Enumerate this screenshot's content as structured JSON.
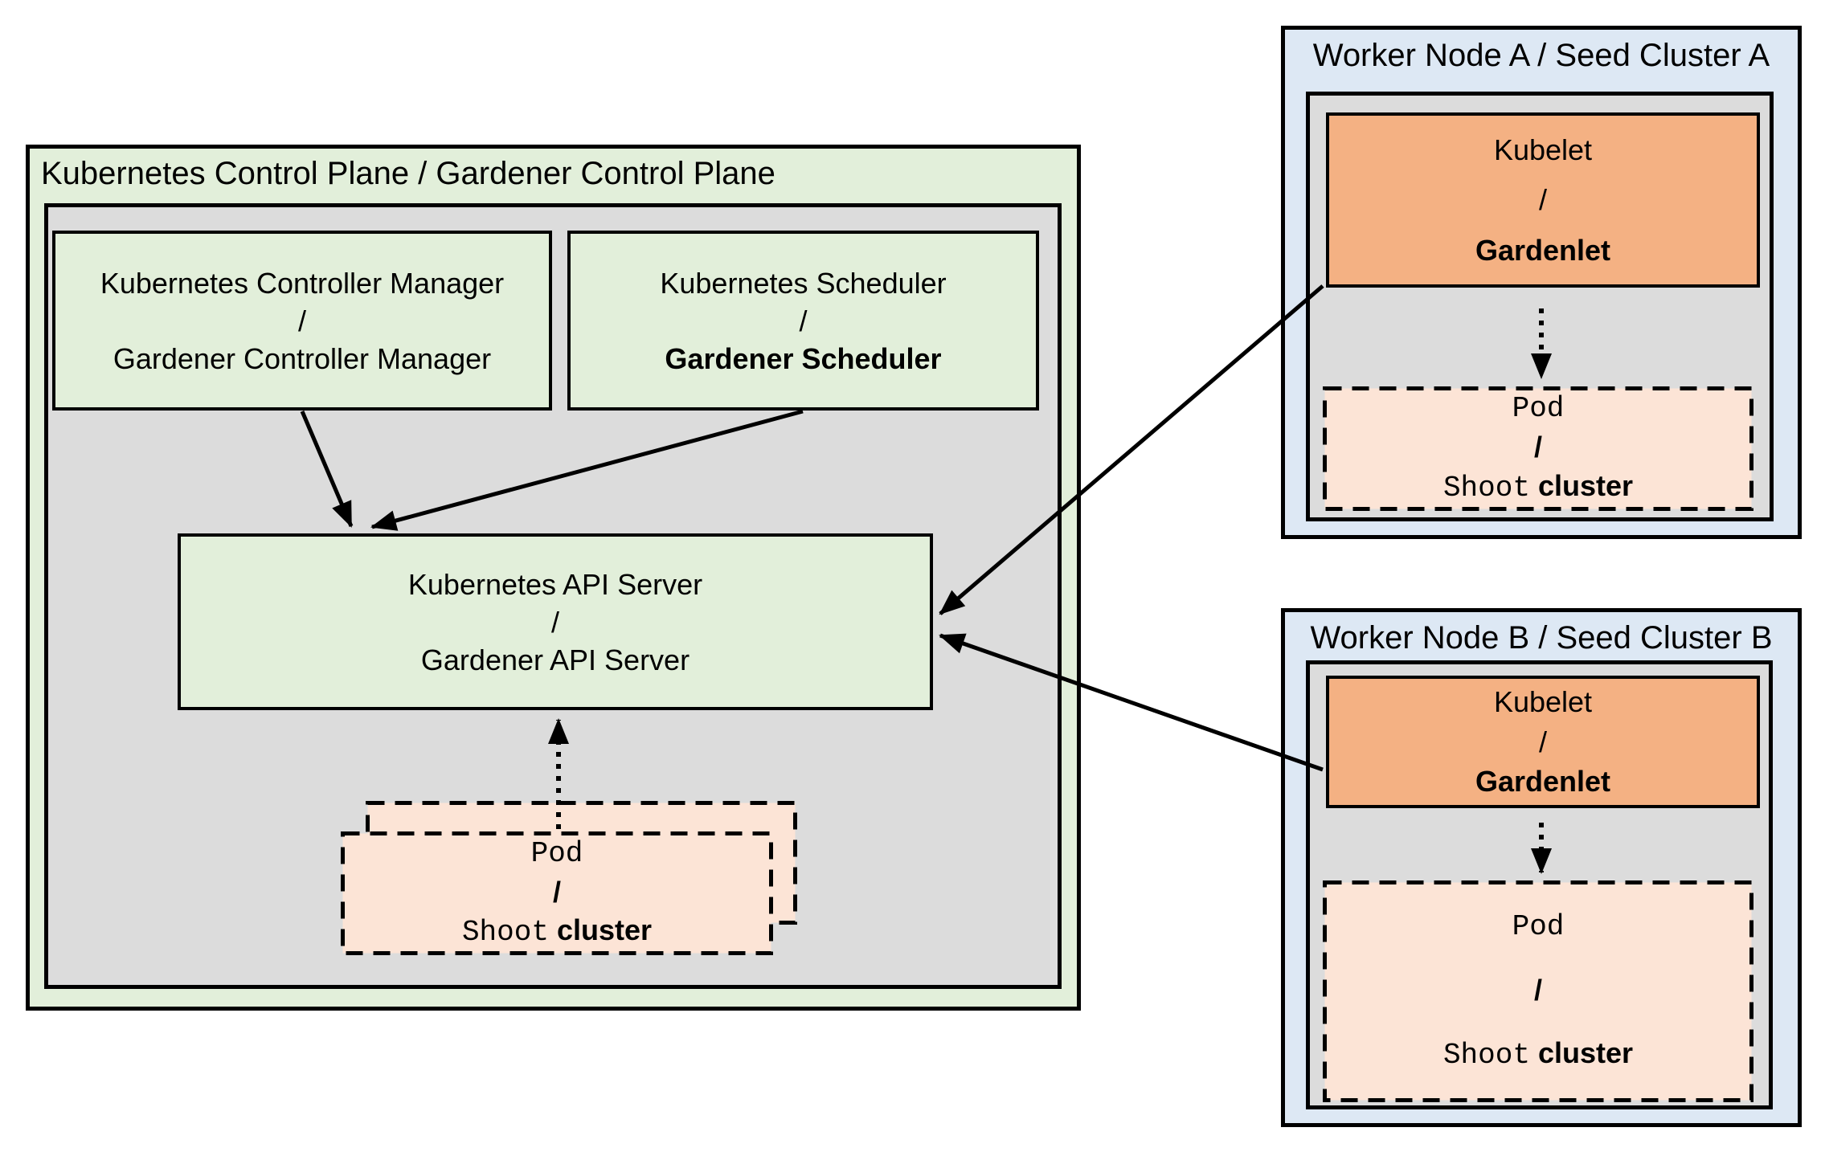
{
  "control_plane": {
    "title": "Kubernetes Control Plane / Gardener Control Plane",
    "controller_manager": {
      "top": "Kubernetes Controller Manager",
      "slash": "/",
      "bottom": "Gardener Controller Manager"
    },
    "scheduler": {
      "top": "Kubernetes Scheduler",
      "slash": "/",
      "bottom": "Gardener Scheduler"
    },
    "api_server": {
      "top": "Kubernetes API Server",
      "slash": "/",
      "bottom": "Gardener API Server"
    },
    "pod_stack": {
      "pod": "Pod",
      "slash": "/",
      "shoot": "Shoot",
      "cluster": "cluster"
    }
  },
  "worker_node_a": {
    "title": "Worker Node A / Seed Cluster A",
    "kubelet": {
      "top": "Kubelet",
      "slash": "/",
      "bottom": "Gardenlet"
    },
    "pod": {
      "pod": "Pod",
      "slash": "/",
      "shoot": "Shoot",
      "cluster": "cluster"
    }
  },
  "worker_node_b": {
    "title": "Worker Node B / Seed Cluster B",
    "kubelet": {
      "top": "Kubelet",
      "slash": "/",
      "bottom": "Gardenlet"
    },
    "pod": {
      "pod": "Pod",
      "slash": "/",
      "shoot": "Shoot",
      "cluster": "cluster"
    }
  },
  "colors": {
    "container_green": "#e2efda",
    "panel_gray": "#dcdcdc",
    "container_blue": "#dde8f4",
    "kubelet_orange": "#f4b183",
    "pod_peach": "#fce4d6",
    "line_black": "#000000"
  }
}
